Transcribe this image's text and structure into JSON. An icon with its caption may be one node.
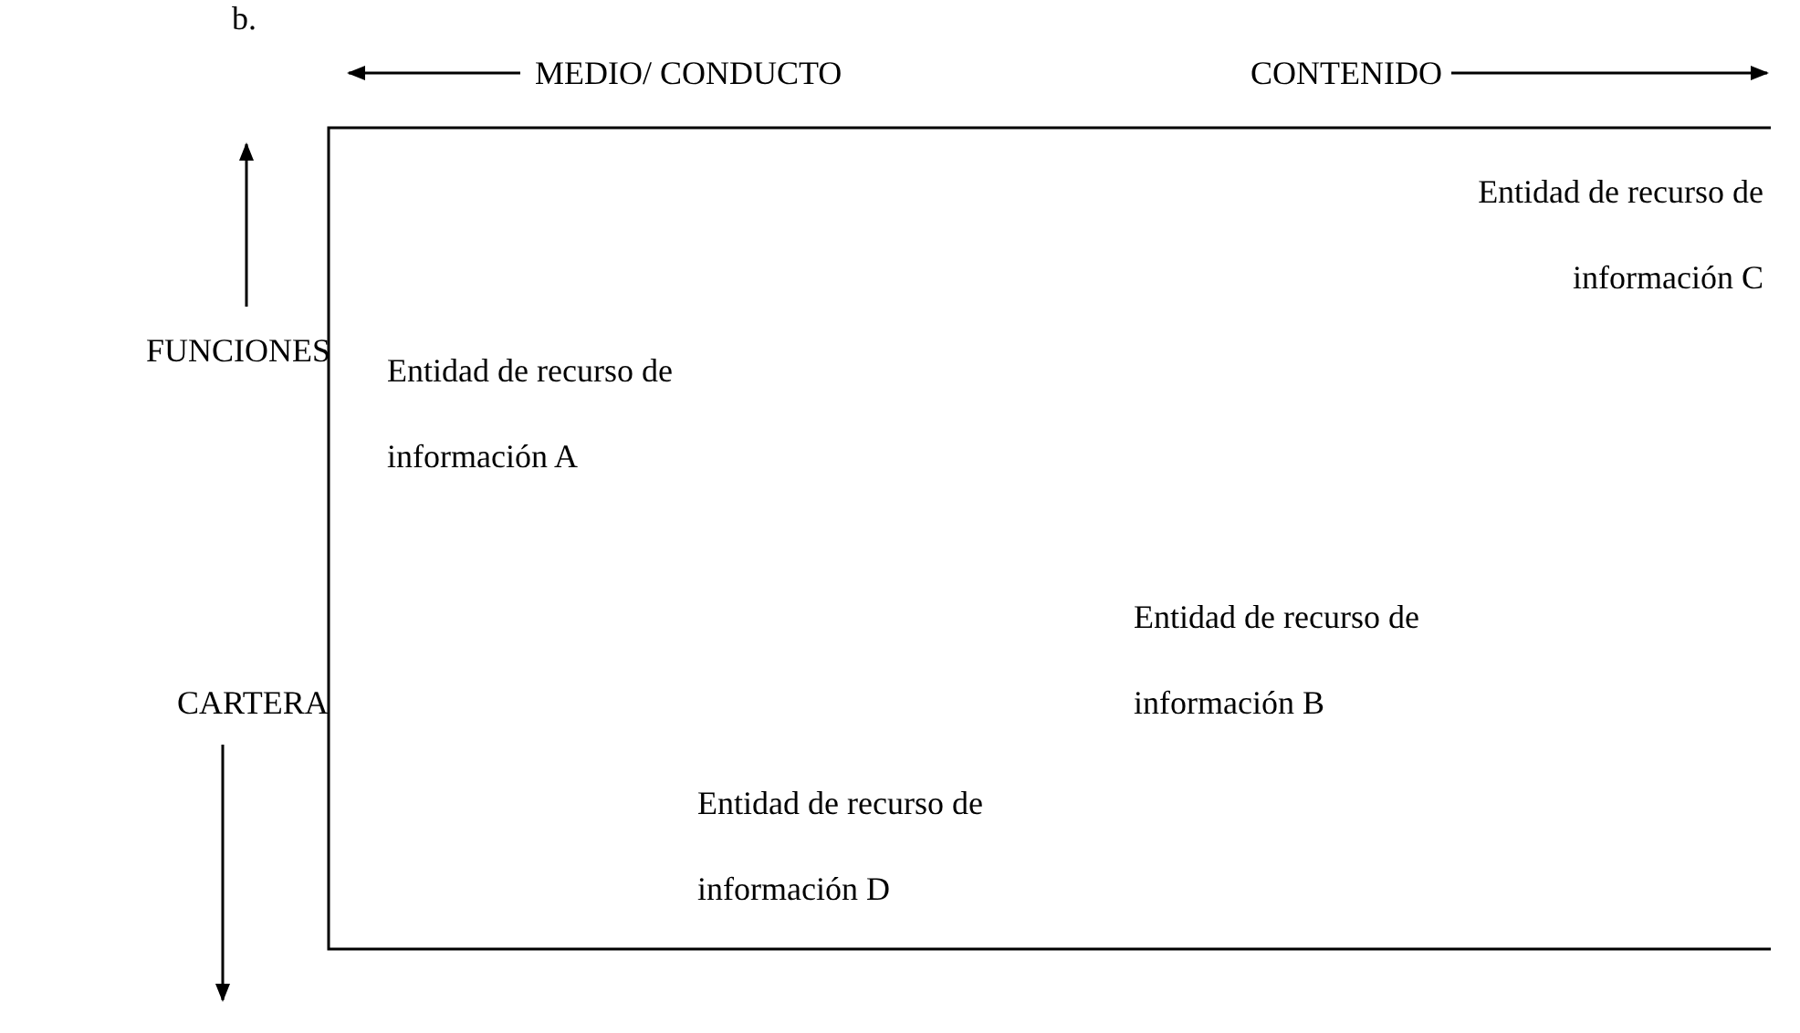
{
  "diagram": {
    "labels": [
      "b.",
      "MEDIO/ CONDUCTO",
      "CONTENIDO",
      "FUNCIONES",
      "Entidad de recurso de información C",
      "Entidad de recurso de información A",
      "Entidad de recurso de información B",
      "CARTERA",
      "Entidad de recurso de información D"
    ]
  }
}
